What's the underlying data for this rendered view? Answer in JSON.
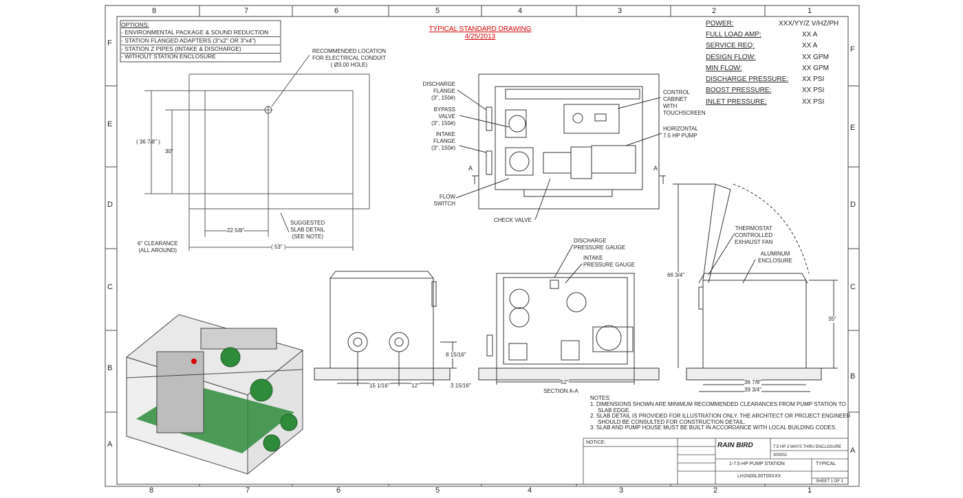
{
  "drawing_title": [
    "TYPICAL STANDARD DRAWING",
    "4/25/2013"
  ],
  "column_numbers": [
    "8",
    "7",
    "6",
    "5",
    "4",
    "3",
    "2",
    "1"
  ],
  "row_letters": [
    "F",
    "E",
    "D",
    "C",
    "B",
    "A"
  ],
  "options": {
    "heading": "OPTIONS:",
    "items": [
      "- ENVIRONMENTAL PACKAGE & SOUND REDUCTION",
      "- STATION FLANGED ADAPTERS (3\"x2\" OR 3\"x4\")",
      "- STATION Z PIPES (INTAKE & DISCHARGE)",
      "- WITHOUT STATION ENCLOSURE"
    ]
  },
  "specs": [
    {
      "label": "POWER:",
      "value": "XXX/YY/Z V/HZ/PH"
    },
    {
      "label": "FULL LOAD AMP:",
      "value": "XX A"
    },
    {
      "label": "SERVICE REQ:",
      "value": "XX A"
    },
    {
      "label": "DESIGN FLOW:",
      "value": "XX GPM"
    },
    {
      "label": "MIN FLOW:",
      "value": "XX GPM"
    },
    {
      "label": "DISCHARGE PRESSURE:",
      "value": "XX PSI"
    },
    {
      "label": "BOOST PRESSURE:",
      "value": "XX PSI"
    },
    {
      "label": "INLET PRESSURE:",
      "value": "XX PSI"
    }
  ],
  "slab": {
    "conduit_note": [
      "RECOMMENDED LOCATION",
      "FOR ELECTRICAL CONDUIT",
      "( Ø3.00 HOLE)"
    ],
    "dim_outer": "( 36 7/8\" )",
    "dim_inner": "30\"",
    "dim_offset": "22 5/8\"",
    "dim_length": "( 53\" )",
    "clearance": [
      "6\" CLEARANCE",
      "(ALL AROUND)"
    ],
    "slab_note": [
      "SUGGESTED",
      "SLAB DETAIL",
      "(SEE NOTE)"
    ]
  },
  "top_view": {
    "discharge_flange": [
      "DISCHARGE",
      "FLANGE",
      "(3\", 150#)"
    ],
    "bypass_valve": [
      "BYPASS",
      "VALVE",
      "(3\", 150#)"
    ],
    "intake_flange": [
      "INTAKE",
      "FLANGE",
      "(3\", 150#)"
    ],
    "flow_switch": [
      "FLOW",
      "SWITCH"
    ],
    "check_valve": "CHECK VALVE",
    "control_cabinet": [
      "CONTROL",
      "CABINET",
      "WITH",
      "TOUCHSCREEN"
    ],
    "pump": [
      "HORIZONTAL",
      "7.5 HP PUMP"
    ],
    "section_mark": "A"
  },
  "side_view": {
    "dim_height": "8 15/16\"",
    "dim_spacing1": "15 1/16\"",
    "dim_spacing2": "12\"",
    "dim_edge": "3 15/16\""
  },
  "section_view": {
    "discharge_gauge": [
      "DISCHARGE",
      "PRESSURE GAUGE"
    ],
    "intake_gauge": [
      "INTAKE",
      "PRESSURE GAUGE"
    ],
    "dim_width": "52\"",
    "caption": "SECTION A-A"
  },
  "end_view": {
    "thermostat": [
      "THERMOSTAT",
      "CONTROLLED",
      "EXHAUST FAN"
    ],
    "enclosure": [
      "ALUMINUM",
      "ENCLOSURE"
    ],
    "dim_open_height": "66 3/4\"",
    "dim_height": "35\"",
    "dim_width1": "36 7/8\"",
    "dim_width2": "39 3/4\""
  },
  "notes": {
    "heading": "NOTES:",
    "items": [
      "1.  DIMENSIONS SHOWN ARE MINIMUM RECOMMENDED CLEARANCES FROM PUMP STATION TO SLAB EDGE.",
      "2.  SLAB DETAIL IS PROVIDED FOR ILLUSTRATION ONLY. THE ARCHITECT OR PROJECT ENGINEER SHOULD BE CONSULTED FOR CONSTRUCTION DETAIL.",
      "3.  SLAB AND PUMP HOUSE MUST BE BUILT IN ACCORDANCE WITH LOCAL BUILDING CODES."
    ]
  },
  "title_block": {
    "notice": "NOTICE:",
    "brand": "RAIN BIRD",
    "description": "7.5 HP 3 WAYS THRU ENCLOSURE",
    "part": "300002",
    "name": "1-7.5 HP PUMP STATION",
    "model": "LH1N00L00T00XXX",
    "typical": "TYPICAL",
    "sheet": "SHEET 1 OF 1"
  },
  "colors": {
    "line": "#333333",
    "red": "#d40000",
    "green": "#2e8b3a",
    "slab": "#eeeeee"
  }
}
